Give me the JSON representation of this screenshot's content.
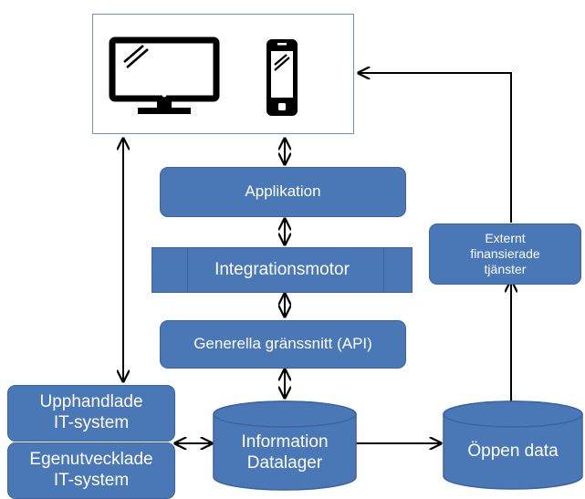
{
  "diagram": {
    "devices": {
      "icons": [
        "desktop-monitor-icon",
        "smartphone-icon"
      ]
    },
    "applikation": "Applikation",
    "integrationsmotor": "Integrationsmotor",
    "api": "Generella gränssnitt (API)",
    "upphandlade": "Upphandlade\nIT-system",
    "egenutvecklade": "Egenutvecklade\nIT-system",
    "information": "Information\nDatalager",
    "oppen_data": "Öppen data",
    "externt": "Externt\nfinansierade\ntjänster"
  },
  "colors": {
    "box_fill": "#4a78b6",
    "box_border": "#3a64a0",
    "device_border": "#6d91c2",
    "arrow": "#000000"
  }
}
